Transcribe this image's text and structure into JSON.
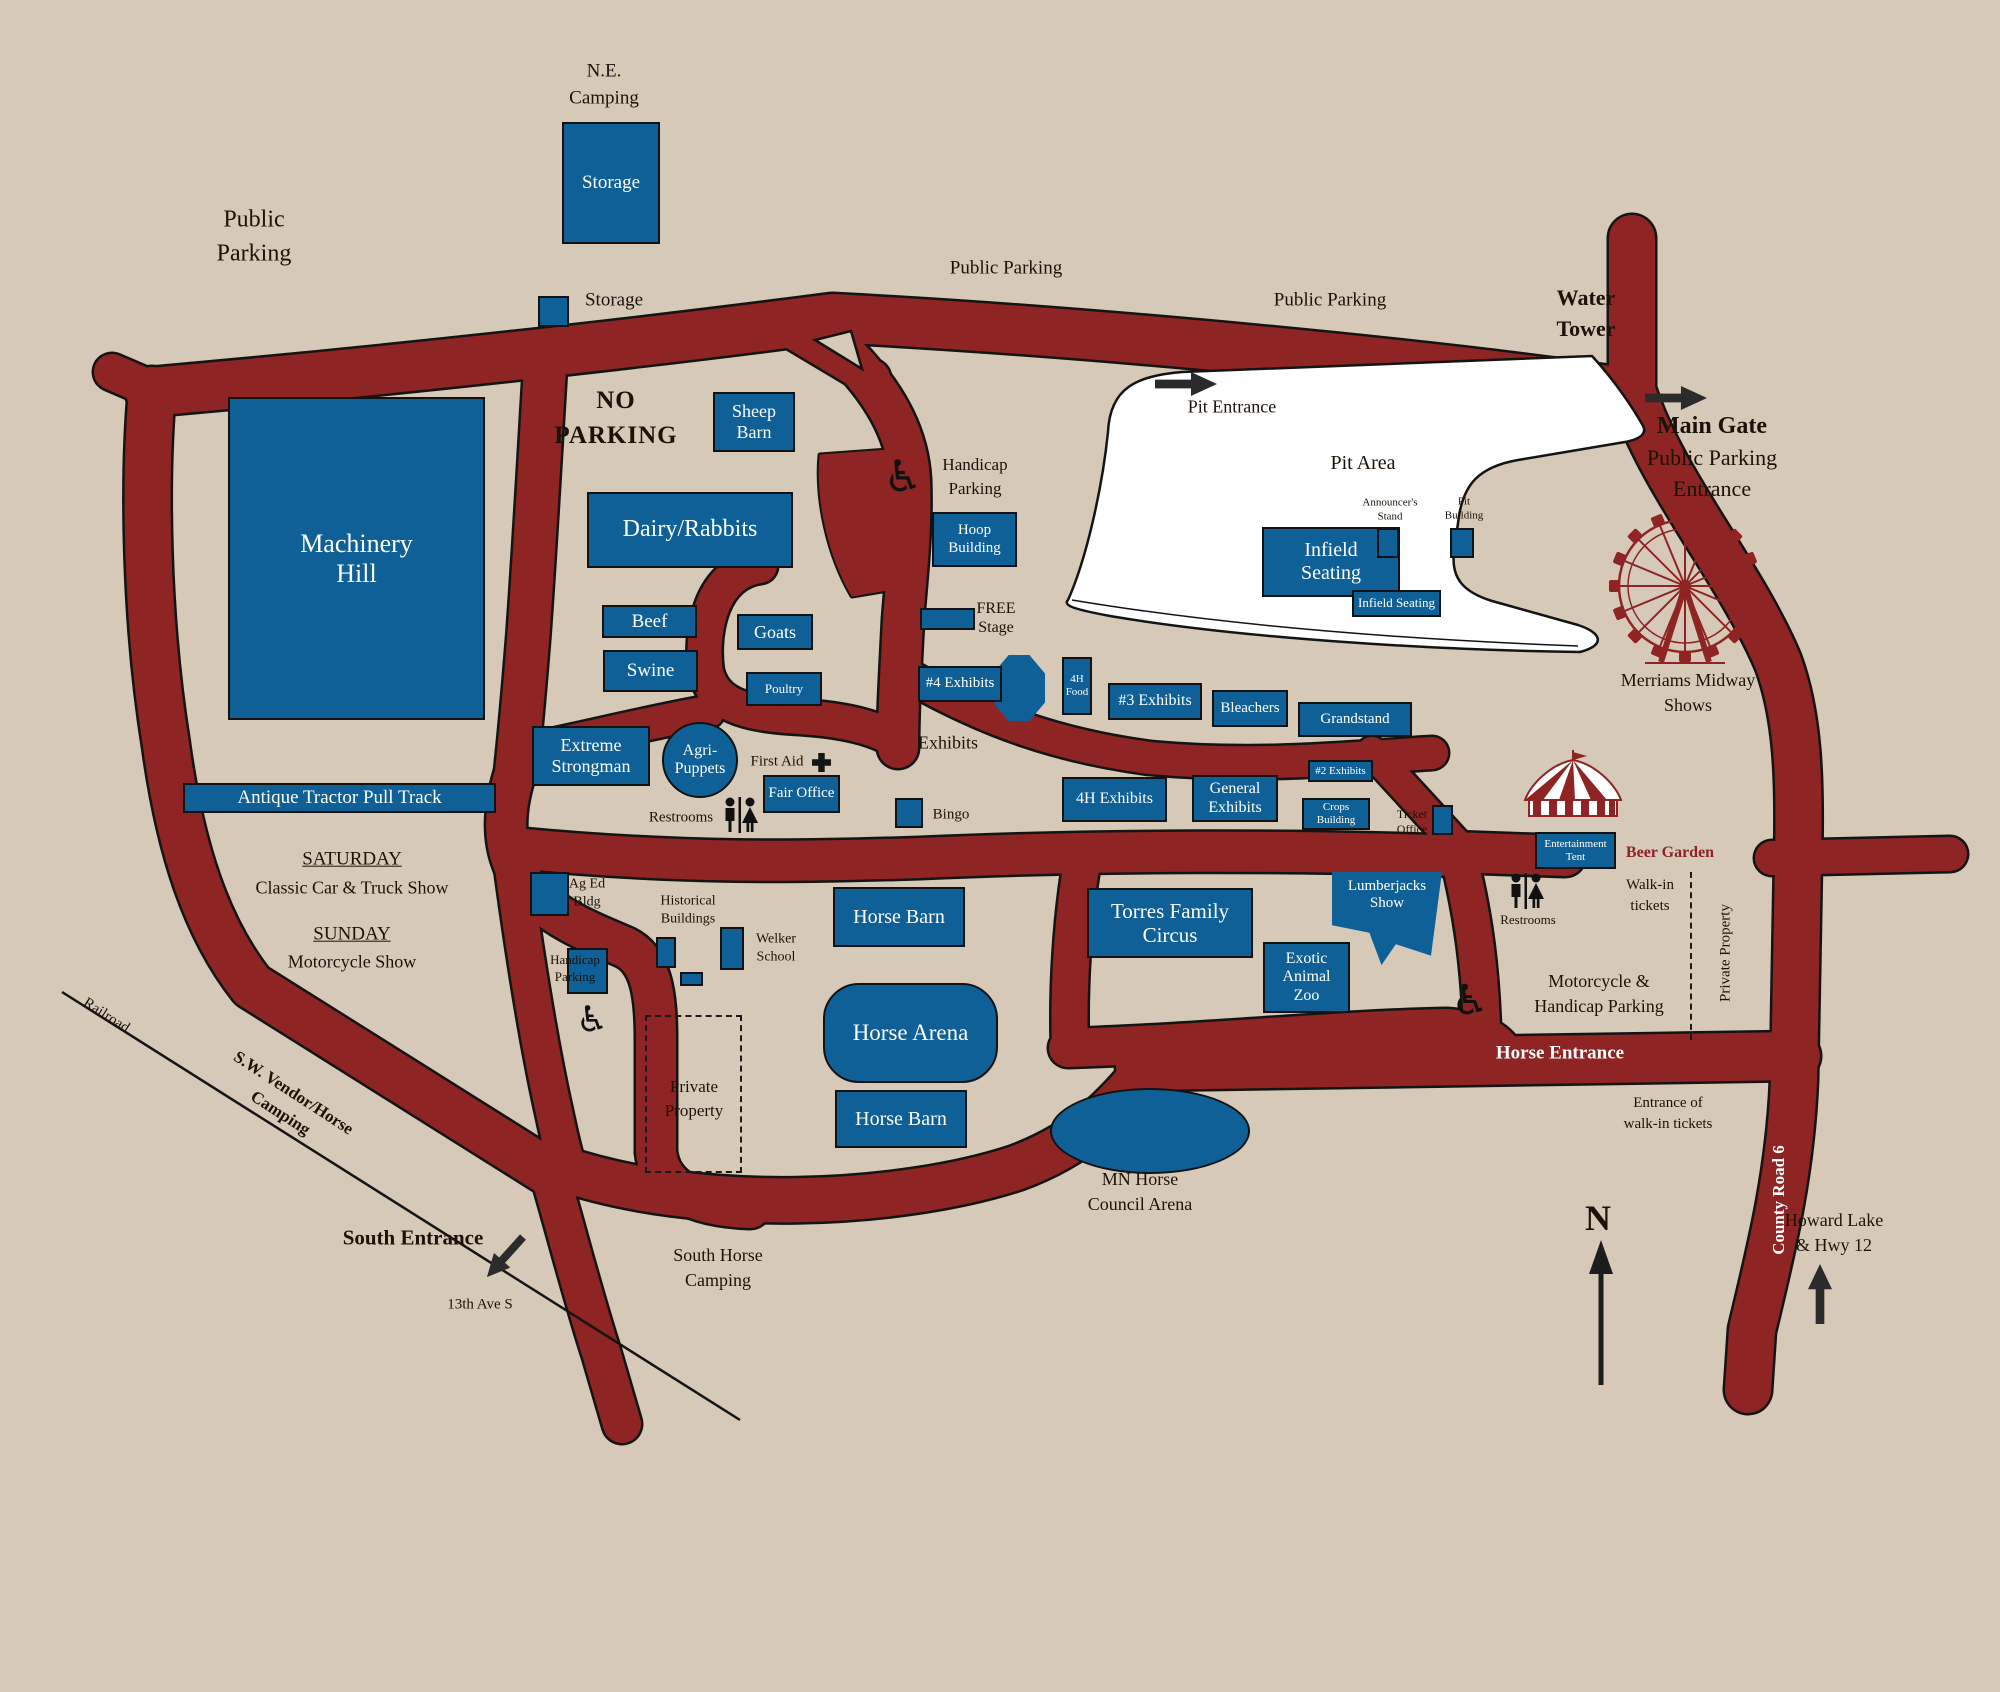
{
  "colors": {
    "background": "#d6c9b8",
    "road": "#8e2424",
    "building": "#0f6096",
    "outline": "#141414",
    "pit_area_fill": "#ffffff",
    "text": "#1c1208"
  },
  "icons": {
    "wheelchair": "♿"
  },
  "parking": {
    "nw": "Public\nParking",
    "mid": "Public Parking",
    "ne": "Public Parking",
    "no_parking": "NO\nPARKING",
    "handicap_n": "Handicap\nParking",
    "handicap_s": "Handicap\nParking",
    "motorcycle": "Motorcycle &\nHandicap Parking"
  },
  "camping": {
    "ne": "N.E.\nCamping",
    "sw": "S.W. Vendor/Horse\nCamping",
    "south_horse": "South Horse\nCamping"
  },
  "buildings": {
    "storage_big": "Storage",
    "machinery_hill": "Machinery\nHill",
    "sheep_barn": "Sheep\nBarn",
    "dairy_rabbits": "Dairy/Rabbits",
    "beef": "Beef",
    "swine": "Swine",
    "goats": "Goats",
    "poultry": "Poultry",
    "hoop": "Hoop\nBuilding",
    "extreme_strongman": "Extreme\nStrongman",
    "agri_puppets": "Agri-\nPuppets",
    "fair_office": "Fair Office",
    "exhibits4": "#4 Exhibits",
    "fourh_food": "4H\nFood",
    "exhibits3": "#3 Exhibits",
    "bleachers": "Bleachers",
    "grandstand": "Grandstand",
    "exhibits2": "#2 Exhibits",
    "fourh_exhibits": "4H Exhibits",
    "general_exhibits": "General\nExhibits",
    "crops": "Crops\nBuilding",
    "infield_big": "Infield\nSeating",
    "infield_small": "Infield Seating",
    "torres": "Torres Family\nCircus",
    "exotic": "Exotic\nAnimal\nZoo",
    "lumberjacks": "Lumberjacks\nShow",
    "entertainment": "Entertainment\nTent",
    "horse_barn_n": "Horse Barn",
    "horse_arena": "Horse Arena",
    "horse_barn_s": "Horse Barn",
    "antique_track": "Antique Tractor Pull Track"
  },
  "labels": {
    "storage_small": "Storage",
    "water_tower": "Water\nTower",
    "main_gate": "Main Gate",
    "main_gate_sub": "Public Parking\nEntrance",
    "pit_entrance": "Pit Entrance",
    "pit_area": "Pit Area",
    "announcers": "Announcer's\nStand",
    "pit_building": "Pit\nBuilding",
    "merriams": "Merriams Midway\nShows",
    "free_stage": "FREE\nStage",
    "exhibits_area": "Exhibits",
    "first_aid": "First Aid",
    "restrooms_mid": "Restrooms",
    "restrooms_se": "Restrooms",
    "bingo": "Bingo",
    "ticket_office": "Ticket\nOffice",
    "beer_garden": "Beer Garden",
    "walkin": "Walk-in\ntickets",
    "private_property_w": "Private\nProperty",
    "private_property_e": "Private Property",
    "historical": "Historical\nBuildings",
    "welker": "Welker\nSchool",
    "ag_ed": "Ag Ed\nBldg",
    "mn_arena": "MN Horse\nCouncil Arena",
    "horse_entrance": "Horse Entrance",
    "entrance_walkin": "Entrance of\nwalk-in tickets",
    "county_road": "County Road 6",
    "howard": "Howard Lake\n& Hwy 12",
    "north": "N",
    "saturday": "SATURDAY",
    "saturday_sub": "Classic Car & Truck Show",
    "sunday": "SUNDAY",
    "sunday_sub": "Motorcycle Show",
    "railroad": "Railroad",
    "south_entrance": "South Entrance",
    "ave13": "13th Ave S"
  }
}
